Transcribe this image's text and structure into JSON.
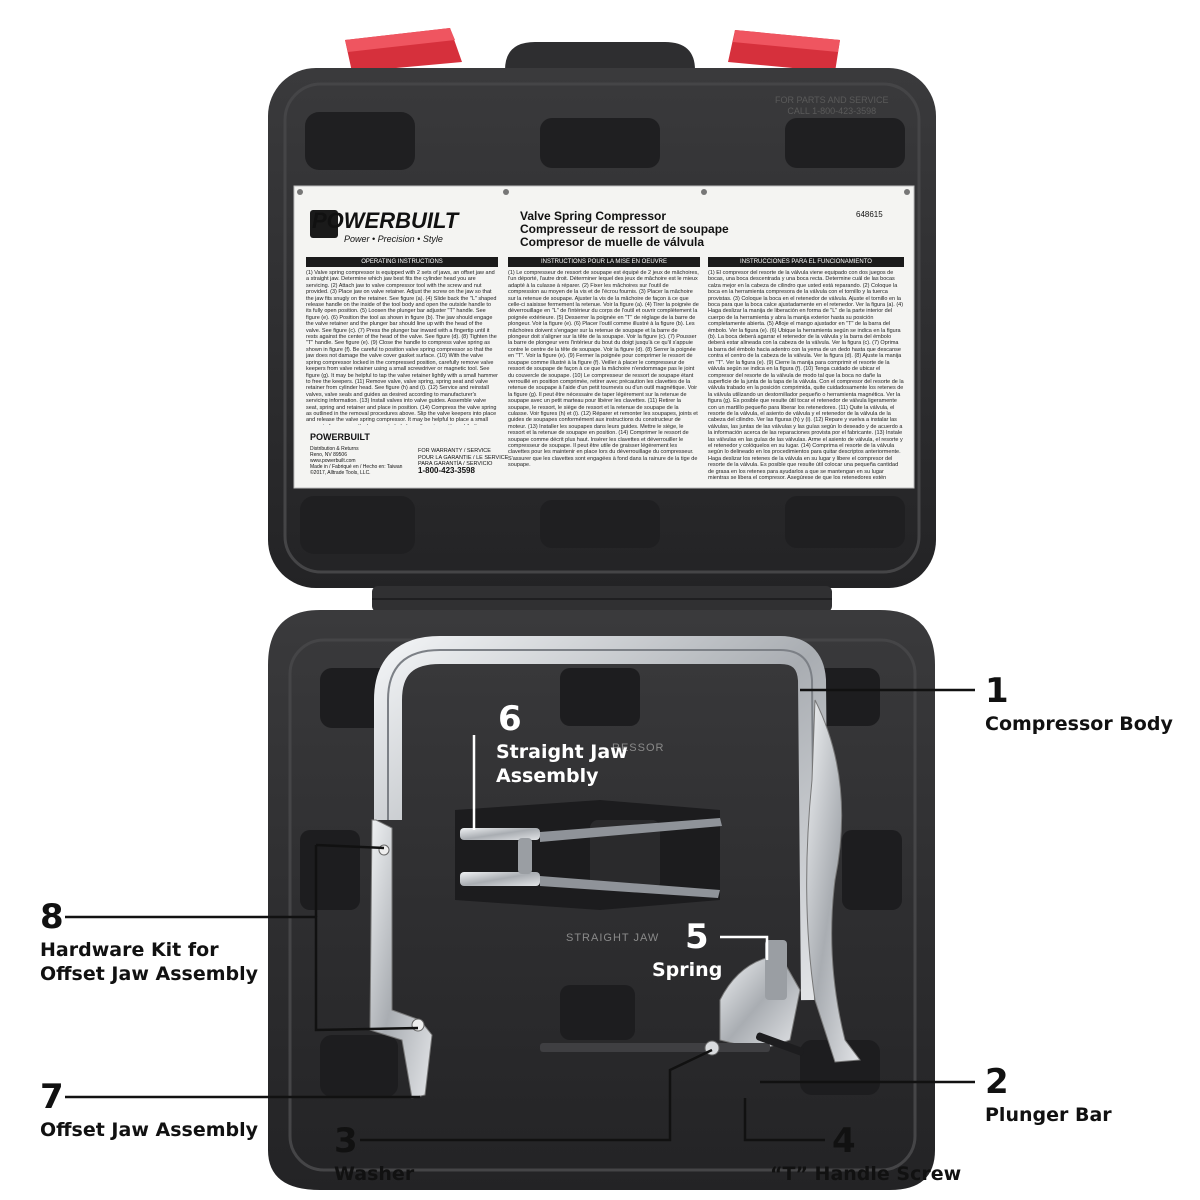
{
  "panel": {
    "brand": "POWERBUILT",
    "tagline": "Power • Precision • Style",
    "title_en": "Valve Spring Compressor",
    "title_fr": "Compresseur de ressort de soupape",
    "title_es": "Compresor de muelle de válvula",
    "part_number": "648615",
    "bar_en": "OPERATING INSTRUCTIONS",
    "bar_fr": "INSTRUCTIONS POUR LA MISE EN OEUVRE",
    "bar_es": "INSTRUCCIONES PARA EL FUNCIONAMIENTO",
    "text_en": "(1) Valve spring compressor is equipped with 2 sets of jaws, an offset jaw and a straight jaw. Determine which jaw best fits the cylinder head you are servicing. (2) Attach jaw to valve compressor tool with the screw and nut provided. (3) Place jaw on valve retainer. Adjust the screw on the jaw so that the jaw fits snugly on the retainer. See figure (a). (4) Slide back the \"L\" shaped release handle on the inside of the tool body and open the outside handle to its fully open position. (5) Loosen the plunger bar adjuster \"T\" handle. See figure (e). (6) Position the tool as shown in figure (b). The jaw should engage the valve retainer and the plunger bar should line up with the head of the valve. See figure (c). (7) Press the plunger bar inward with a fingertip until it rests against the center of the head of the valve. See figure (d). (8) Tighten the \"T\" handle. See figure (e). (9) Close the handle to compress valve spring as shown in figure (f). Be careful to position valve spring compressor so that the jaw does not damage the valve cover gasket surface. (10) With the valve spring compressor locked in the compressed position, carefully remove valve keepers from valve retainer using a small screwdriver or magnetic tool. See figure (g). It may be helpful to tap the valve retainer lightly with a small hammer to free the keepers. (11) Remove valve, valve spring, spring seat and valve retainer from cylinder head. See figure (h) and (i). (12) Service and reinstall valves, valve seals and guides as desired according to manufacturer's servicing information. (13) Install valves into valve guides. Assemble valve seat, spring and retainer and place in position. (14) Compress the valve spring as outlined in the removal procedures above. Slip the valve keepers into place and release the valve spring compressor. It may be helpful to place a small amount of grease on the keepers to help keep them in position while the compressor is being released. Make sure the keepers are seated completely in the valve stem groove.",
    "text_fr": "(1) Le compresseur de ressort de soupape est équipé de 2 jeux de mâchoires, l'un déporté, l'autre droit. Déterminer lequel des jeux de mâchoire est le mieux adapté à la culasse à réparer. (2) Fixer les mâchoires sur l'outil de compression au moyen de la vis et de l'écrou fournis. (3) Placer la mâchoire sur la retenue de soupape. Ajuster la vis de la mâchoire de façon à ce que celle-ci saisisse fermement la retenue. Voir la figure (a). (4) Tirer la poignée de déverrouillage en \"L\" de l'intérieur du corps de l'outil et ouvrir complètement la poignée extérieure. (5) Desserrer la poignée en \"T\" de réglage de la barre de plongeur. Voir la figure (e). (6) Placer l'outil comme illustré à la figure (b). Les mâchoires doivent s'engager sur la retenue de soupape et la barre de plongeur doit s'aligner sur la tête de la soupape. Voir la figure (c). (7) Pousser la barre de plongeur vers l'intérieur du bout du doigt jusqu'à ce qu'il s'appuie contre le centre de la tête de soupape. Voir la figure (d). (8) Serrer la poignée en \"T\". Voir la figure (e). (9) Fermer la poignée pour comprimer le ressort de soupape comme illustré à la figure (f). Veiller à placer le compresseur de ressort de soupape de façon à ce que la mâchoire n'endommage pas le joint du couvercle de soupape. (10) Le compresseur de ressort de soupape étant verrouillé en position comprimée, retirer avec précaution les clavettes de la retenue de soupape à l'aide d'un petit tournevis ou d'un outil magnétique. Voir la figure (g). Il peut être nécessaire de taper légèrement sur la retenue de soupape avec un petit marteau pour libérer les clavettes. (11) Retirer la soupape, le ressort, le siège de ressort et la retenue de soupape de la culasse. Voir figures (h) et (i). (12) Réparer et remonter les soupapes, joints et guides de soupapes conformément aux instructions du constructeur de moteur. (13) Installer les soupapes dans leurs guides. Mettre le siège, le ressort et la retenue de soupape en position. (14) Comprimer le ressort de soupape comme décrit plus haut. Insérer les clavettes et déverrouiller le compresseur de soupape. Il peut être utile de graisser légèrement les clavettes pour les maintenir en place lors du déverrouillage du compresseur. S'assurer que les clavettes sont engagées à fond dans la rainure de la tige de soupape.",
    "text_es": "(1) El compresor del resorte de la válvula viene equipado con dos juegos de bocas, una boca descentrada y una boca recta. Determine cuál de las bocas calza mejor en la cabeza de cilindro que usted está reparando. (2) Coloque la boca en la herramienta compresora de la válvula con el tornillo y la tuerca provistas. (3) Coloque la boca en el retenedor de válvula. Ajuste el tornillo en la boca para que la boca calce ajustadamente en el retenedor. Ver la figura (a). (4) Haga deslizar la manija de liberación en forma de \"L\" de la parte interior del cuerpo de la herramienta y abra la manija exterior hasta su posición completamente abierta. (5) Afloje el mango ajustador en \"T\" de la barra del émbolo. Ver la figura (e). (6) Ubique la herramienta según se indica en la figura (b). La boca deberá agarrar el retenedor de la válvula y la barra del émbolo deberá estar alineada con la cabeza de la válvula. Ver la figura (c). (7) Oprima la barra del émbolo hacia adentro con la yema de un dedo hasta que descanse contra el centro de la cabeza de la válvula. Ver la figura (d). (8) Ajuste la manija en \"T\". Ver la figura (e). (9) Cierre la manija para comprimir el resorte de la válvula según se indica en la figura (f). (10) Tenga cuidado de ubicar el compresor del resorte de la válvula de modo tal que la boca no dañe la superficie de la junta de la tapa de la válvula. Con el compresor del resorte de la válvula trabado en la posición comprimida, quite cuidadosamente los retenes de la válvula utilizando un destornillador pequeño o herramienta magnética. Ver la figura (g). Es posible que resulte útil tocar el retenedor de válvula ligeramente con un martillo pequeño para liberar los retenedores. (11) Quite la válvula, el resorte de la válvula, el asiento de válvula y el retenedor de la válvula de la cabeza del cilindro. Ver las figuras (h) y (i). (12) Repare y vuelva a instalar las válvulas, las juntas de las válvulas y las guías según lo deseado y de acuerdo a la información acerca de las reparaciones provista por el fabricante. (13) Instale las válvulas en las guías de las válvulas. Arme el asiento de válvula, el resorte y el retenedor y colóquelos en su lugar. (14) Comprima el resorte de la válvula según lo delineado en los procedimientos para quitar descriptos anteriormente. Haga deslizar los retenes de la válvula en su lugar y libere el compresor del resorte de la válvula. Es posible que resulte útil colocar una pequeña cantidad de grasa en los retenes para ayudarlos a que se mantengan en su lugar mientras se libera el compresor. Asegúrese de que los retenedores estén completamente asentados en la ranura del vástago de la válvula.",
    "small_brand": "POWERBUILT",
    "distribution": "Distribution & Returns",
    "city": "Reno, NV 89506",
    "website": "www.powerbuilt.com",
    "made_in": "Made in / Fabriqué en / Hecho en: Taiwan",
    "copyright": "©2017, Alltrade Tools, LLC.",
    "warranty_1": "FOR WARRANTY / SERVICE",
    "warranty_2": "POUR LA GARANTIE / LE SERVICE",
    "warranty_3": "PARA GARANTÍA / SERVICIO",
    "phone": "1-800-423-3598"
  },
  "lid": {
    "service_1": "FOR PARTS AND SERVICE",
    "service_2": "CALL 1-800-423-3598"
  },
  "tray": {
    "emboss_compressor": "RESSOR",
    "emboss_straight": "STRAIGHT  JAW"
  },
  "callouts": [
    {
      "number": "1",
      "label": "Compressor Body"
    },
    {
      "number": "2",
      "label": "Plunger Bar"
    },
    {
      "number": "3",
      "label": "Washer"
    },
    {
      "number": "4",
      "label": "“T” Handle Screw"
    },
    {
      "number": "5",
      "label": "Spring"
    },
    {
      "number": "6",
      "label": "Straight Jaw Assembly"
    },
    {
      "number": "7",
      "label": "Offset Jaw Assembly"
    },
    {
      "number": "8",
      "label": "Hardware Kit for Offset Jaw Assembly"
    }
  ],
  "colors": {
    "case": "#2b2b2d",
    "case_edge": "#3c3c3e",
    "latch": "#d6303c",
    "chrome": "#c9ccd0",
    "label_bg": "#f4f4f2"
  }
}
